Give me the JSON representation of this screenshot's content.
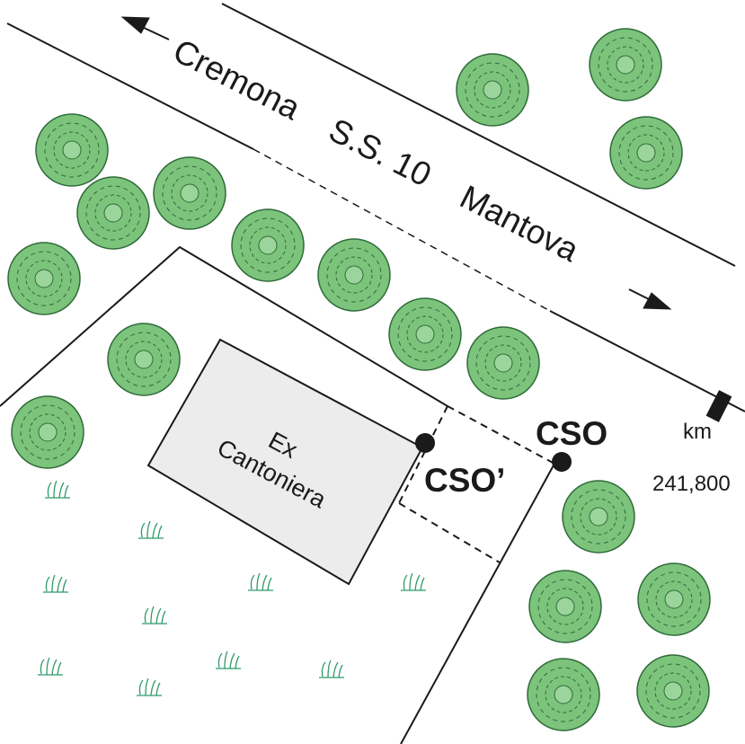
{
  "road": {
    "west_destination": "Cremona",
    "road_name": "S.S. 10",
    "east_destination": "Mantova"
  },
  "kilometer_marker": {
    "unit": "km",
    "value": "241,800"
  },
  "building": {
    "line1": "Ex",
    "line2": "Cantoniera"
  },
  "stations": {
    "primary": "CSO",
    "secondary": "CSO’"
  },
  "colors": {
    "tree_fill": "#7cc37c",
    "tree_stroke": "#2f6b3a",
    "grass": "#2e9a6a",
    "building_fill": "#ececec",
    "line": "#1a1a1a"
  },
  "icons": {
    "tree": "tree-icon",
    "grass": "grass-tuft-icon",
    "station": "station-dot-icon",
    "direction": "arrow-icon",
    "km_post": "kilometer-post-icon"
  }
}
